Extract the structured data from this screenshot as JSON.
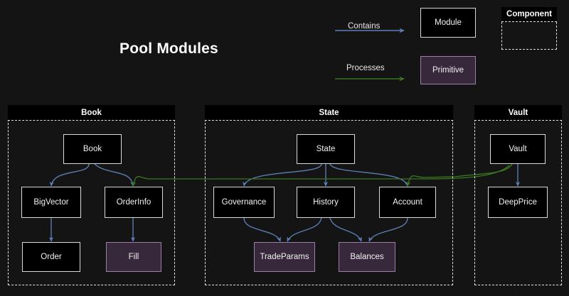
{
  "diagram": {
    "title": "Pool Modules",
    "background_color": "#141414",
    "edge_colors": {
      "contains": "#5b7fb5",
      "processes": "#3b7520"
    },
    "node_colors": {
      "module_fill": "#000000",
      "module_border": "#d9d9d9",
      "primitive_fill": "#38283c",
      "primitive_border": "#9b7fa8",
      "cluster_border": "#e2e2e2"
    }
  },
  "legend": {
    "contains_label": "Contains",
    "processes_label": "Processes",
    "module_label": "Module",
    "primitive_label": "Primitive",
    "component_label": "Component"
  },
  "clusters": [
    {
      "id": "book",
      "label": "Book"
    },
    {
      "id": "state",
      "label": "State"
    },
    {
      "id": "vault",
      "label": "Vault"
    }
  ],
  "nodes": [
    {
      "id": "book",
      "label": "Book",
      "type": "module",
      "cluster": "book"
    },
    {
      "id": "bigvector",
      "label": "BigVector",
      "type": "module",
      "cluster": "book"
    },
    {
      "id": "orderinfo",
      "label": "OrderInfo",
      "type": "module",
      "cluster": "book"
    },
    {
      "id": "order",
      "label": "Order",
      "type": "module",
      "cluster": "book"
    },
    {
      "id": "fill",
      "label": "Fill",
      "type": "primitive",
      "cluster": "book"
    },
    {
      "id": "state",
      "label": "State",
      "type": "module",
      "cluster": "state"
    },
    {
      "id": "governance",
      "label": "Governance",
      "type": "module",
      "cluster": "state"
    },
    {
      "id": "history",
      "label": "History",
      "type": "module",
      "cluster": "state"
    },
    {
      "id": "account",
      "label": "Account",
      "type": "module",
      "cluster": "state"
    },
    {
      "id": "tradeparams",
      "label": "TradeParams",
      "type": "primitive",
      "cluster": "state"
    },
    {
      "id": "balances",
      "label": "Balances",
      "type": "primitive",
      "cluster": "state"
    },
    {
      "id": "vault",
      "label": "Vault",
      "type": "module",
      "cluster": "vault"
    },
    {
      "id": "deepprice",
      "label": "DeepPrice",
      "type": "module",
      "cluster": "vault"
    }
  ],
  "edges": [
    {
      "from": "book",
      "to": "bigvector",
      "type": "contains"
    },
    {
      "from": "book",
      "to": "orderinfo",
      "type": "contains"
    },
    {
      "from": "bigvector",
      "to": "order",
      "type": "contains"
    },
    {
      "from": "orderinfo",
      "to": "fill",
      "type": "contains"
    },
    {
      "from": "state",
      "to": "governance",
      "type": "contains"
    },
    {
      "from": "state",
      "to": "history",
      "type": "contains"
    },
    {
      "from": "state",
      "to": "account",
      "type": "contains"
    },
    {
      "from": "governance",
      "to": "tradeparams",
      "type": "contains"
    },
    {
      "from": "history",
      "to": "tradeparams",
      "type": "contains"
    },
    {
      "from": "history",
      "to": "balances",
      "type": "contains"
    },
    {
      "from": "account",
      "to": "balances",
      "type": "contains"
    },
    {
      "from": "vault",
      "to": "deepprice",
      "type": "contains"
    },
    {
      "from": "vault",
      "to": "account",
      "type": "processes"
    },
    {
      "from": "vault",
      "to": "orderinfo",
      "type": "processes"
    }
  ]
}
